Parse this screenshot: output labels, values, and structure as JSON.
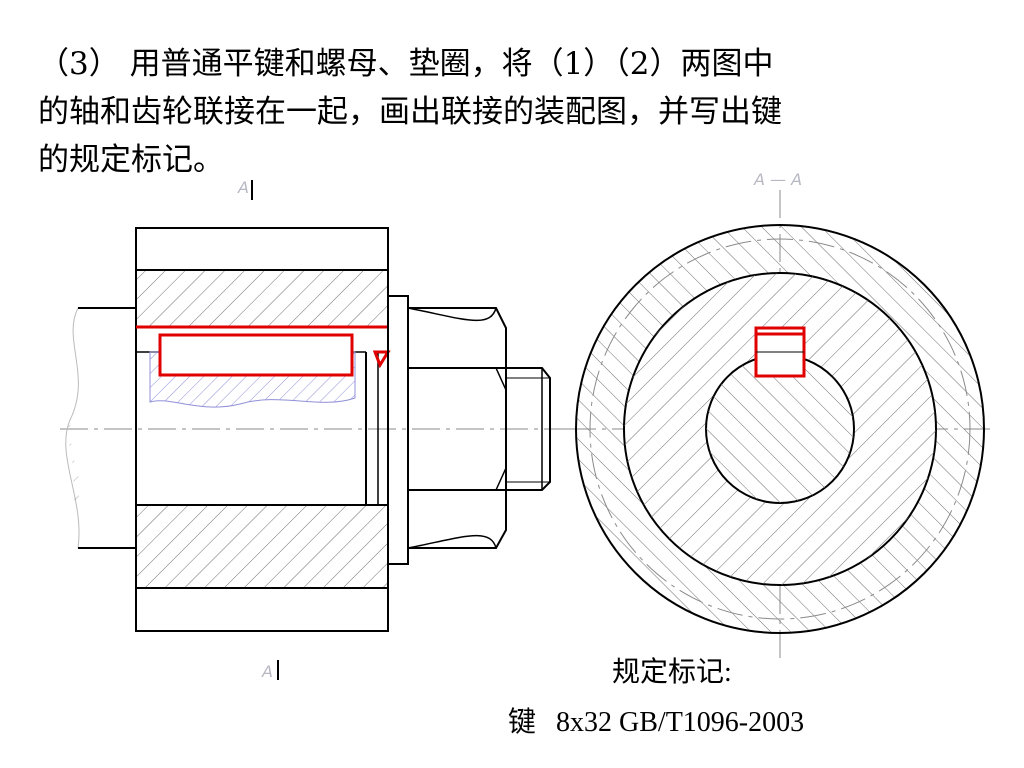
{
  "question": {
    "line1": "（3） 用普通平键和螺母、垫圈，将（1）（2）两图中",
    "line2": "的轴和齿轮联接在一起，画出联接的装配图，并写出键",
    "line3": "的规定标记。"
  },
  "section_marks": {
    "top": "A",
    "bottom": "A",
    "section_title": "A — A"
  },
  "marking": {
    "title": "规定标记:",
    "key_name": "键",
    "spec": "8x32 GB/T1096-2003"
  },
  "colors": {
    "line": "#000000",
    "key_outline": "#e00000",
    "hatch": "#606060",
    "centerline": "#8a8a8a",
    "faint_hatch": "#8080d0"
  }
}
